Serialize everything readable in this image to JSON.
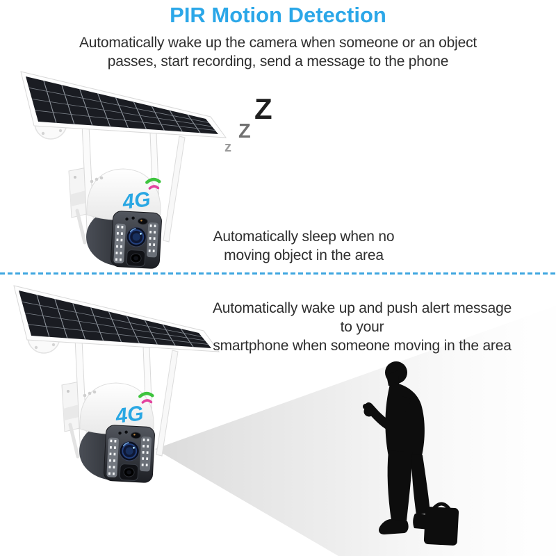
{
  "header": {
    "title": "PIR Motion Detection",
    "subtitle_lines": [
      "Automatically wake up the camera when someone or an object",
      "passes, start recording, send a message to the phone"
    ]
  },
  "sleep_scene": {
    "z_symbols": {
      "large": "Z",
      "medium": "Z",
      "small": "z"
    },
    "caption_lines": [
      "Automatically sleep when no",
      "moving object in the area"
    ]
  },
  "wake_scene": {
    "caption_lines": [
      "Automatically wake up and push alert message to your",
      "smartphone when someone moving in the area"
    ]
  },
  "camera": {
    "logo_label": "4G"
  },
  "colors": {
    "title_blue": "#2BA7E8",
    "divider_blue": "#3EA6E0",
    "logo_blue": "#29A7E3",
    "logo_arc_green": "#3EC43E",
    "logo_arc_magenta": "#E3429E",
    "body_text": "#2E2E2E",
    "silhouette_black": "#0D0D0D"
  }
}
